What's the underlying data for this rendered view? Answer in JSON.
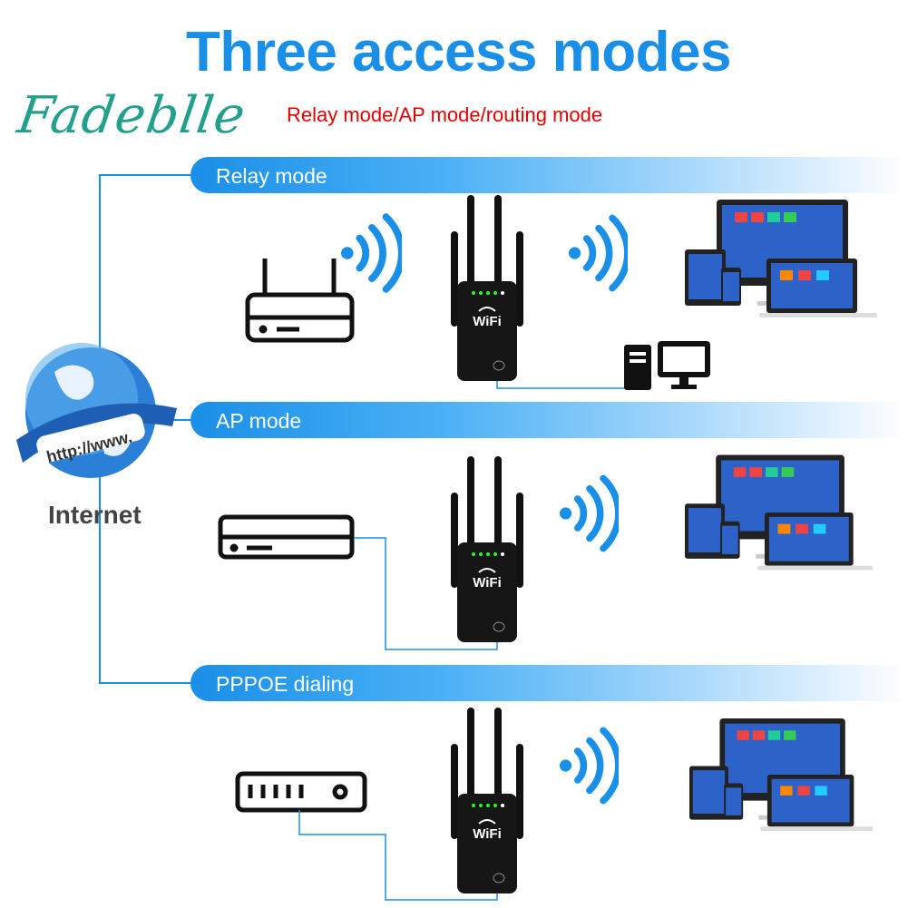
{
  "watermark": "Fadeblle",
  "title": "Three access modes",
  "subtitle": "Relay mode/AP mode/routing mode",
  "globe": {
    "label": "http://www.",
    "caption": "Internet"
  },
  "modes": [
    {
      "label": "Relay mode"
    },
    {
      "label": "AP mode"
    },
    {
      "label": "PPPOE dialing"
    }
  ],
  "device": {
    "brand": "WiFi"
  },
  "colors": {
    "accent": "#1a8fe8",
    "subtitle": "#e00000",
    "watermark": "#23a08c",
    "line": "#1a8fe8"
  }
}
